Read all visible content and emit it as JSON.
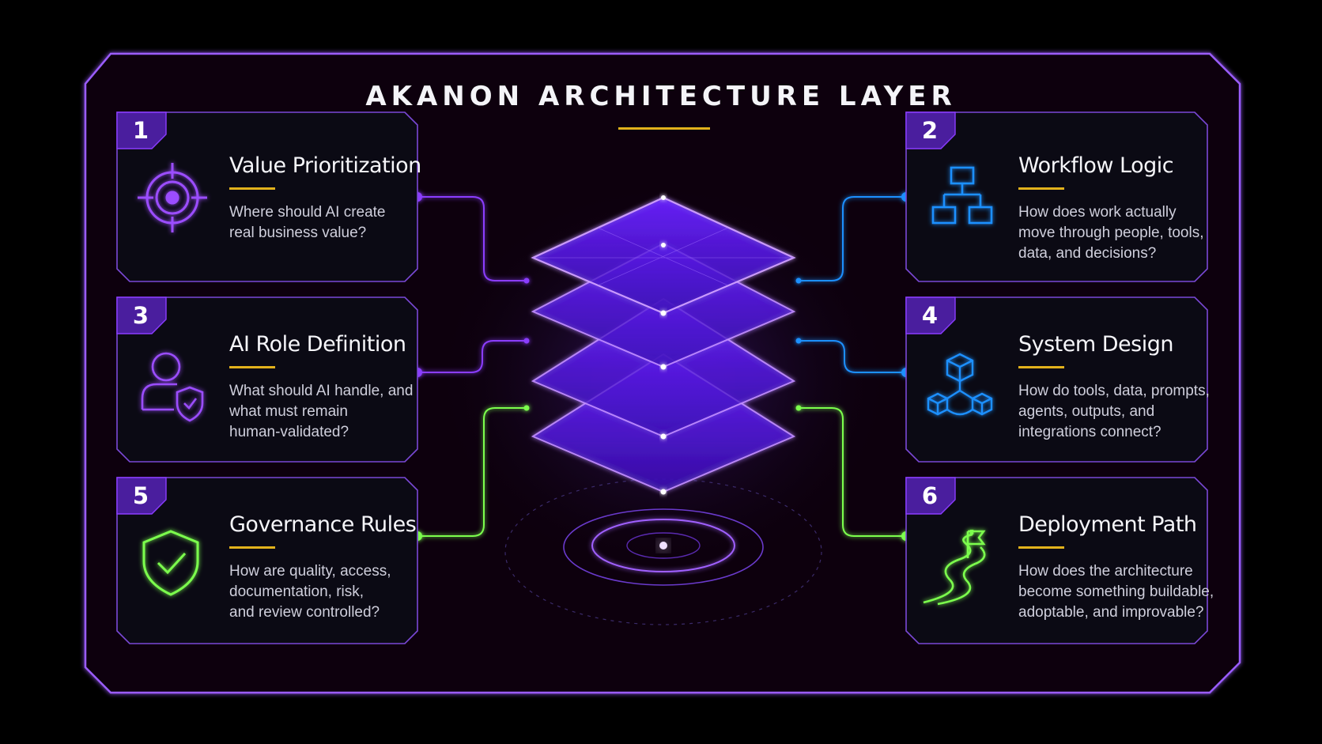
{
  "title": "AKANON ARCHITECTURE LAYER",
  "colors": {
    "accent": "#8b3dff",
    "blue": "#1e90ff",
    "green": "#7cff4d",
    "gold": "#e2b21c",
    "frame": "#9b5cff"
  },
  "cards": [
    {
      "number": "1",
      "title": "Value Prioritization",
      "description": "Where should AI create\nreal business value?",
      "icon": "target-icon"
    },
    {
      "number": "2",
      "title": "Workflow Logic",
      "description": "How does work actually\nmove through people, tools,\ndata, and decisions?",
      "icon": "workflow-tree-icon"
    },
    {
      "number": "3",
      "title": "AI Role Definition",
      "description": "What should AI handle, and\nwhat must remain\nhuman-validated?",
      "icon": "user-shield-icon"
    },
    {
      "number": "4",
      "title": "System Design",
      "description": "How do tools, data, prompts,\nagents, outputs, and\nintegrations connect?",
      "icon": "cubes-network-icon"
    },
    {
      "number": "5",
      "title": "Governance Rules",
      "description": "How are quality, access,\ndocumentation, risk,\nand review controlled?",
      "icon": "shield-check-icon"
    },
    {
      "number": "6",
      "title": "Deployment Path",
      "description": "How does the architecture\nbecome something buildable,\nadoptable, and improvable?",
      "icon": "path-flag-icon"
    }
  ]
}
